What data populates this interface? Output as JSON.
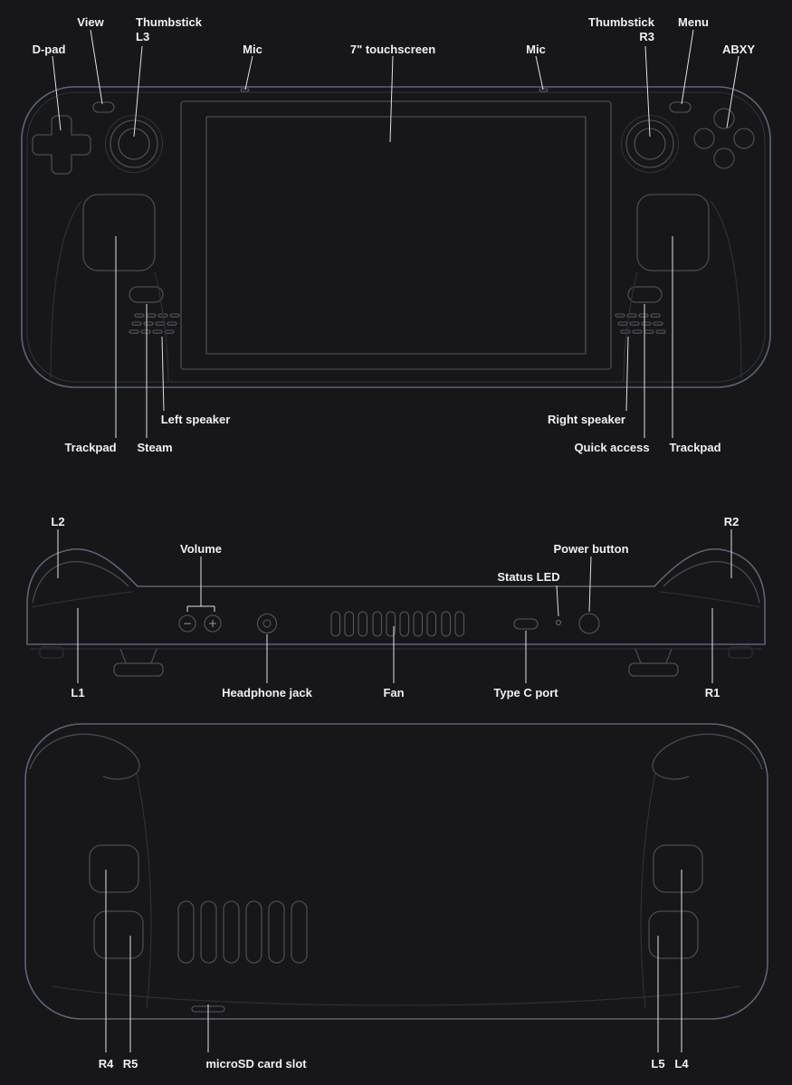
{
  "colors": {
    "background": "#17171a",
    "body_outline": "#5b6476",
    "detail_outline": "#494951",
    "leader_line": "#dfe0e3",
    "label_text": "#eef0f2"
  },
  "front": {
    "labels": {
      "view": "View",
      "thumbstick_left": "Thumbstick",
      "l3": "L3",
      "dpad": "D-pad",
      "mic_left": "Mic",
      "touchscreen": "7\" touchscreen",
      "mic_right": "Mic",
      "thumbstick_right": "Thumbstick",
      "r3": "R3",
      "menu": "Menu",
      "abxy": "ABXY",
      "left_speaker": "Left speaker",
      "trackpad_left": "Trackpad",
      "steam": "Steam",
      "right_speaker": "Right speaker",
      "quick_access": "Quick access",
      "trackpad_right": "Trackpad"
    }
  },
  "edge": {
    "labels": {
      "l2": "L2",
      "volume": "Volume",
      "status_led": "Status LED",
      "power_button": "Power button",
      "r2": "R2",
      "l1": "L1",
      "headphone_jack": "Headphone jack",
      "fan": "Fan",
      "type_c_port": "Type C port",
      "r1": "R1"
    },
    "volume_minus_glyph": "−",
    "volume_plus_glyph": "+"
  },
  "back": {
    "labels": {
      "r4": "R4",
      "r5": "R5",
      "microsd": "microSD card slot",
      "l5": "L5",
      "l4": "L4"
    }
  }
}
